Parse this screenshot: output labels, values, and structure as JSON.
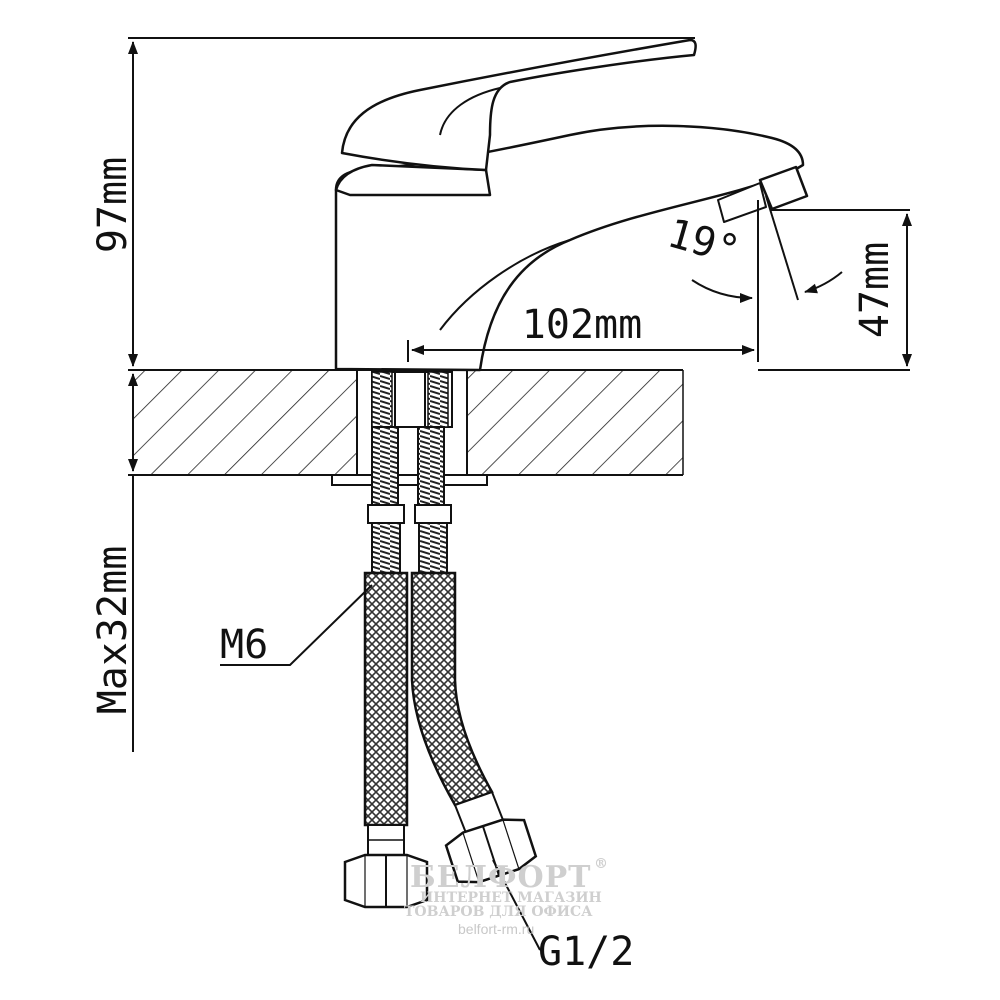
{
  "dimensions": {
    "height_total": "97mm",
    "spout_reach": "102mm",
    "spout_height": "47mm",
    "max_counter_thickness": "Max32mm",
    "spout_angle": "19°"
  },
  "labels": {
    "stud_thread": "M6",
    "hose_connector": "G1/2"
  },
  "watermark": {
    "brand": "БЕЛФОРТ",
    "registered": "®",
    "line1": "ИНТЕРНЕТ МАГАЗИН",
    "line2": "ТОВАРОВ ДЛЯ ОФИСА",
    "url": "belfort-rm.ru"
  }
}
